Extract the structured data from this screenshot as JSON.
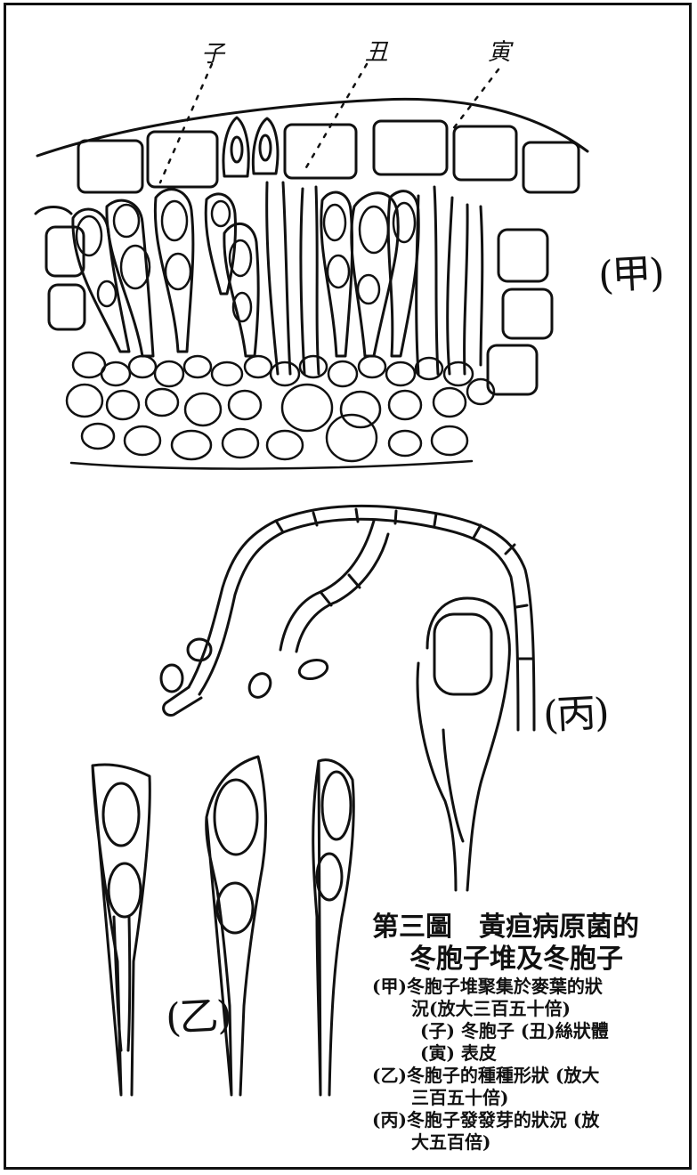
{
  "figure": {
    "labels": {
      "jia": "(甲)",
      "yi": "(乙)",
      "bing": "(丙)"
    },
    "annotations": {
      "zi": "子",
      "chou": "丑",
      "yin": "寅"
    }
  },
  "caption": {
    "title_line1": "第三圖　黃疸病原菌的",
    "title_line2": "冬胞子堆及冬胞子",
    "lines": [
      "(甲)冬胞子堆聚集於麥葉的狀",
      "況(放大三百五十倍)",
      "(子) 冬胞子 (丑)絲狀體",
      "(寅) 表皮",
      "(乙)冬胞子的種種形狀 (放大",
      "三百五十倍)",
      "(丙)冬胞子發發芽的狀況 (放",
      "大五百倍)"
    ]
  }
}
